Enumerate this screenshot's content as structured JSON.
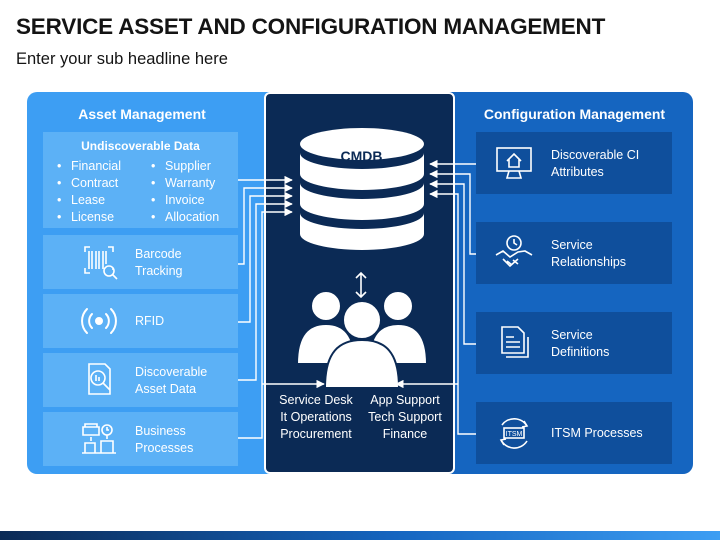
{
  "header": {
    "title": "SERVICE ASSET AND CONFIGURATION MANAGEMENT",
    "subtitle": "Enter your sub headline here"
  },
  "asset_management": {
    "heading": "Asset Management",
    "undiscoverable": {
      "title": "Undiscoverable Data",
      "col1": [
        "Financial",
        "Contract",
        "Lease",
        "License"
      ],
      "col2": [
        "Supplier",
        "Warranty",
        "Invoice",
        "Allocation"
      ]
    },
    "items": [
      {
        "line1": "Barcode",
        "line2": "Tracking",
        "icon": "barcode-scan-icon"
      },
      {
        "line1": "RFID",
        "line2": "",
        "icon": "rfid-icon"
      },
      {
        "line1": "Discoverable",
        "line2": "Asset Data",
        "icon": "search-data-icon"
      },
      {
        "line1": "Business",
        "line2": "Processes",
        "icon": "business-process-icon"
      }
    ]
  },
  "cmdb": {
    "label": "CMDB",
    "team_left": [
      "Service Desk",
      "It Operations",
      "Procurement"
    ],
    "team_right": [
      "App Support",
      "Tech Support",
      "Finance"
    ]
  },
  "configuration_management": {
    "heading": "Configuration Management",
    "items": [
      {
        "line1": "Discoverable CI",
        "line2": "Attributes",
        "icon": "monitor-home-icon"
      },
      {
        "line1": "Service",
        "line2": "Relationships",
        "icon": "handshake-clock-icon"
      },
      {
        "line1": "Service",
        "line2": "Definitions",
        "icon": "documents-icon"
      },
      {
        "line1": "ITSM Processes",
        "line2": "",
        "icon": "itsm-cycle-icon"
      }
    ]
  },
  "colors": {
    "left_panel": "#3d9ef3",
    "left_box": "#5cb1f6",
    "center_panel": "#0b2a55",
    "right_panel": "#1565c0",
    "right_box": "#0f4f9c"
  }
}
